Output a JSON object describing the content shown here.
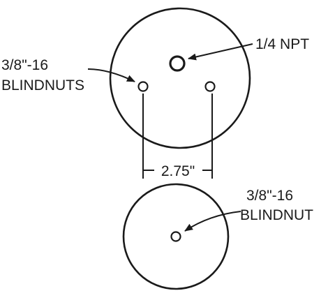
{
  "top_plate": {
    "port_label": "1/4 NPT",
    "studs_label_line1": "3/8\"-16",
    "studs_label_line2": "BLINDNUTS",
    "spacing_label": "2.75\""
  },
  "bottom_plate": {
    "stud_label_line1": "3/8\"-16",
    "stud_label_line2": "BLINDNUT"
  },
  "colors": {
    "line": "#1a1a1a",
    "background": "#ffffff"
  }
}
